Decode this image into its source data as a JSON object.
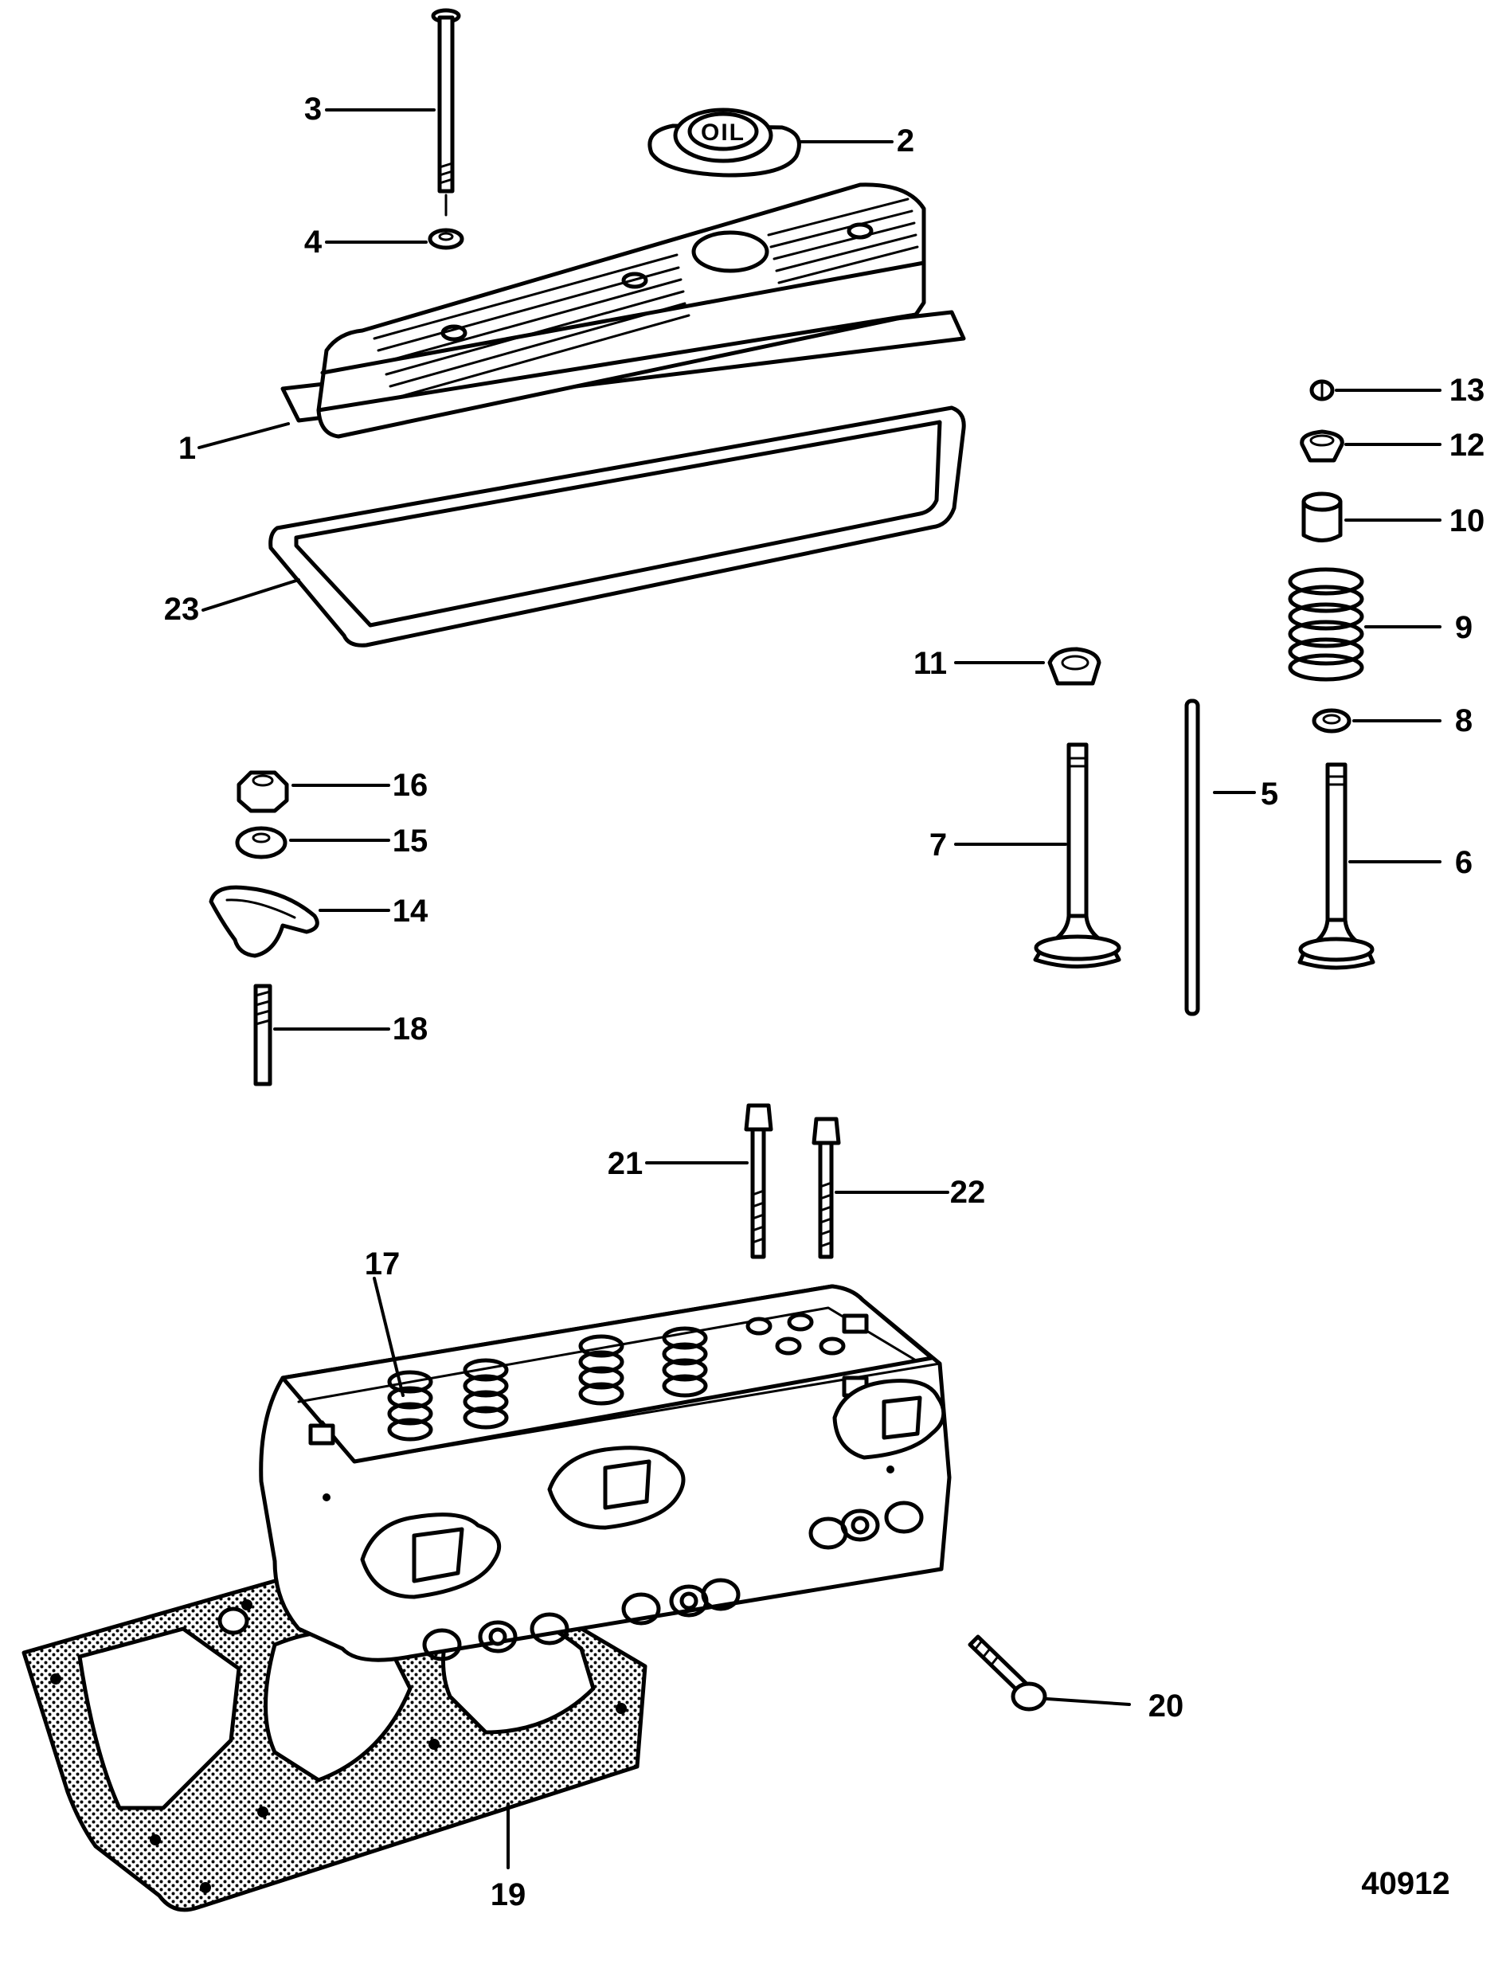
{
  "figure_number": "40912",
  "cap_text": "OIL",
  "callouts": [
    {
      "id": "c1",
      "text": "1"
    },
    {
      "id": "c2",
      "text": "2"
    },
    {
      "id": "c3",
      "text": "3"
    },
    {
      "id": "c4",
      "text": "4"
    },
    {
      "id": "c5",
      "text": "5"
    },
    {
      "id": "c6",
      "text": "6"
    },
    {
      "id": "c7",
      "text": "7"
    },
    {
      "id": "c8",
      "text": "8"
    },
    {
      "id": "c9",
      "text": "9"
    },
    {
      "id": "c10",
      "text": "10"
    },
    {
      "id": "c11",
      "text": "11"
    },
    {
      "id": "c12",
      "text": "12"
    },
    {
      "id": "c13",
      "text": "13"
    },
    {
      "id": "c14",
      "text": "14"
    },
    {
      "id": "c15",
      "text": "15"
    },
    {
      "id": "c16",
      "text": "16"
    },
    {
      "id": "c17",
      "text": "17"
    },
    {
      "id": "c18",
      "text": "18"
    },
    {
      "id": "c19",
      "text": "19"
    },
    {
      "id": "c20",
      "text": "20"
    },
    {
      "id": "c21",
      "text": "21"
    },
    {
      "id": "c22",
      "text": "22"
    },
    {
      "id": "c23",
      "text": "23"
    }
  ]
}
